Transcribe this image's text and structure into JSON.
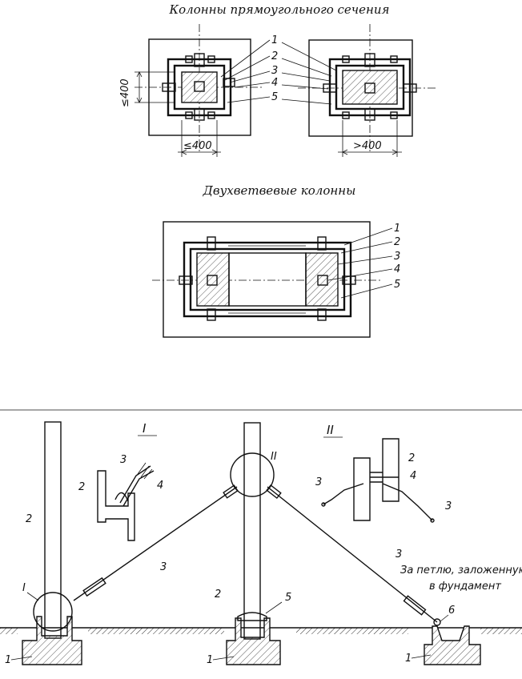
{
  "captions": {
    "rect_columns": "Колонны прямоугольного сечения",
    "two_branch_columns": "Двухветвевые колонны"
  },
  "dims": {
    "le400_vertical": "≤400",
    "le400_horizontal": "≤400",
    "gt400": ">400"
  },
  "callouts": [
    "1",
    "2",
    "3",
    "4",
    "5"
  ],
  "bottom": {
    "detail_I": "I",
    "detail_II": "II",
    "ground_note_line1": "За петлю, заложенную",
    "ground_note_line2": "в фундамент",
    "labels": {
      "n1": "1",
      "n2": "2",
      "n3": "3",
      "n4": "4",
      "n5": "5",
      "n6": "6"
    }
  }
}
